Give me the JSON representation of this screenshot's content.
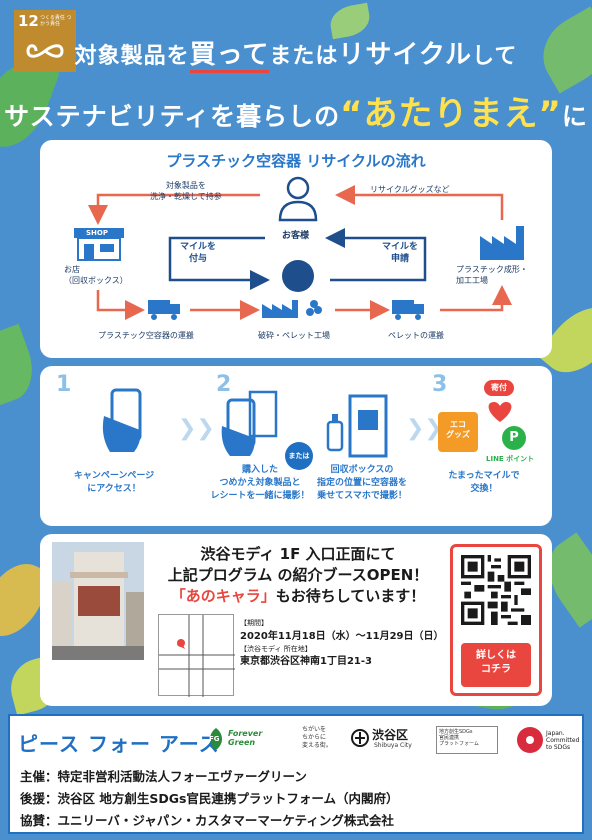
{
  "sdg": {
    "number": "12",
    "text": "つくる責任 つかう責任"
  },
  "headline": {
    "line1_a": "対象製品を",
    "line1_b": "買って",
    "line1_c": "または",
    "line1_d": "リサイクル",
    "line1_e": "して",
    "line2_a": "サステナビリティを暮らしの",
    "line2_b": "“あたりまえ”",
    "line2_c": "に"
  },
  "flow": {
    "title": "プラスチック空容器 リサイクルの流れ",
    "customer": "お客様",
    "bring": "対象製品を\n洗浄・乾燥して持参",
    "goods": "リサイクルグッズなど",
    "shop_sign": "SHOP",
    "shop": "お店\n（回収ボックス）",
    "factory": "プラスチック成形・\n加工工場",
    "mile_give": "マイルを\n付与",
    "mile_apply": "マイルを\n申請",
    "transport": "プラスチック空容器の運搬",
    "crush": "破砕・ペレット工場",
    "pellet": "ペレットの運搬"
  },
  "steps": [
    {
      "num": "1",
      "text": "キャンペーンページ\nにアクセス！"
    },
    {
      "num": "2",
      "text": "購入した\nつめかえ対象製品と\nレシートを一緒に撮影！"
    },
    {
      "num": "",
      "text": "回収ボックスの\n指定の位置に空容器を\n乗せてスマホで撮影！"
    },
    {
      "num": "3",
      "text": "たまったマイルで\n交換！"
    }
  ],
  "steps_extra": {
    "or": "または",
    "eco": "エコ\nグッズ",
    "line": "LINE ポイント",
    "line_mark": "P",
    "kifu": "寄付"
  },
  "booth": {
    "t1": "渋谷モディ 1F 入口正面にて",
    "t2": "上記プログラム の紹介ブースOPEN！",
    "t3_red": "「あのキャラ」",
    "t3_rest": "もお待ちしています！",
    "period_label": "【期間】",
    "period": "2020年11月18日（水）～11月29日（日）",
    "addr_label": "【渋谷モディ 所在地】",
    "addr": "東京都渋谷区神南1丁目21-3",
    "qr_btn": "詳しくは\nコチラ"
  },
  "footer": {
    "pfe": "ピース フォー アース",
    "fg": "Forever\nGreen",
    "fg_mark": "FG",
    "slogan": "ちがいを\nちからに\n変える街。",
    "shibuya_jp": "渋谷区",
    "shibuya_en": "Shibuya City",
    "sdgs_pf": "地方創生SDGs\n官民連携\nプラットフォーム",
    "japan": "Japan.\nCommitted\nto SDGs",
    "sponsor": "主催：特定非営利活動法人フォーエヴァーグリーン",
    "support": "後援：渋谷区 地方創生SDGs官民連携プラットフォーム（内閣府）",
    "cooperate": "協賛：ユニリーバ・ジャパン・カスタマーマーケティング株式会社"
  }
}
